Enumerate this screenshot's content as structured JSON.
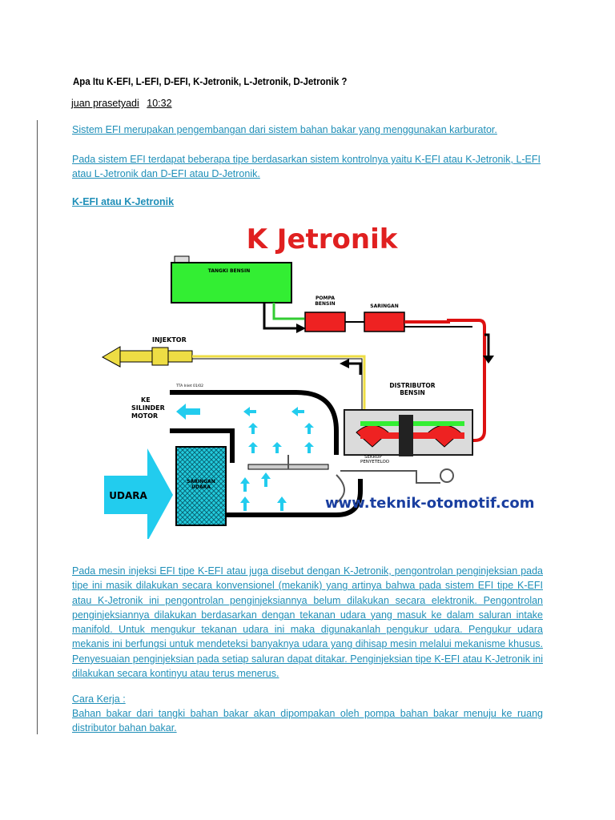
{
  "article": {
    "title": "Apa Itu K-EFI, L-EFI, D-EFI, K-Jetronik, L-Jetronik, D-Jetronik ?",
    "author": "juan prasetyadi",
    "time": "10:32"
  },
  "content": {
    "p1": "Sistem EFI merupakan pengembangan dari sistem bahan bakar yang menggunakan karburator.",
    "p2": "Pada sistem EFI terdapat beberapa tipe berdasarkan sistem kontrolnya yaitu K-EFI atau K-Jetronik, L-EFI atau L-Jetronik dan D-EFI atau D-Jetronik.",
    "heading": "K-EFI atau K-Jetronik",
    "p3": "Pada mesin injeksi EFI tipe K-EFI atau juga disebut dengan K-Jetronik, pengontrolan penginjeksian pada tipe ini masik dilakukan secara konvensionel (mekanik) yang artinya bahwa pada sistem EFI tipe K-EFI atau K-Jetronik ini pengontrolan penginjeksiannya belum dilakukan secara elektronik. Pengontrolan penginjeksiannya dilakukan berdasarkan dengan tekanan udara yang masuk ke dalam saluran intake manifold. Untuk mengukur tekanan udara ini maka digunakanlah pengukur udara. Pengukur udara mekanis ini berfungsi untuk mendeteksi banyaknya udara yang dihisap mesin melalui mekanisme khusus. Penyesuaian penginjeksian pada setiap saluran dapat ditakar. Penginjeksian tipe K-EFI atau K-Jetronik ini dilakukan secara kontinyu atau terus menerus.",
    "p4": "Cara Kerja :",
    "p5": "Bahan bakar dari tangki bahan bakar akan dipompakan oleh pompa bahan bakar menuju ke ruang distributor bahan bakar."
  },
  "diagram": {
    "title": "K Jetronik",
    "tank_label": "TANGKI BENSIN",
    "pump_label_1": "POMPA",
    "pump_label_2": "BENSIN",
    "filter_label": "SARINGAN",
    "injector_label": "INJEKTOR",
    "engine_label_1": "KE",
    "engine_label_2": "SILINDER",
    "engine_label_3": "MOTOR",
    "distributor_label_1": "DISTRIBUTOR",
    "distributor_label_2": "BENSIN",
    "screw_label_1": "SEKRUP",
    "screw_label_2": "PENYETELOO",
    "air_filter_label_1": "SARINGAN",
    "air_filter_label_2": "UDARA",
    "air_label": "UDARA",
    "throttle_label": "TTA Inlet 01/02",
    "watermark": "www.teknik-otomotif.com",
    "colors": {
      "title_red": "#e02020",
      "tank_green": "#33ee33",
      "pump_red": "#ee2222",
      "fuel_line_red": "#dd1111",
      "injector_yellow": "#eedd44",
      "arrow_cyan": "#22ccee",
      "watermark_blue": "#1a3fa0"
    }
  }
}
